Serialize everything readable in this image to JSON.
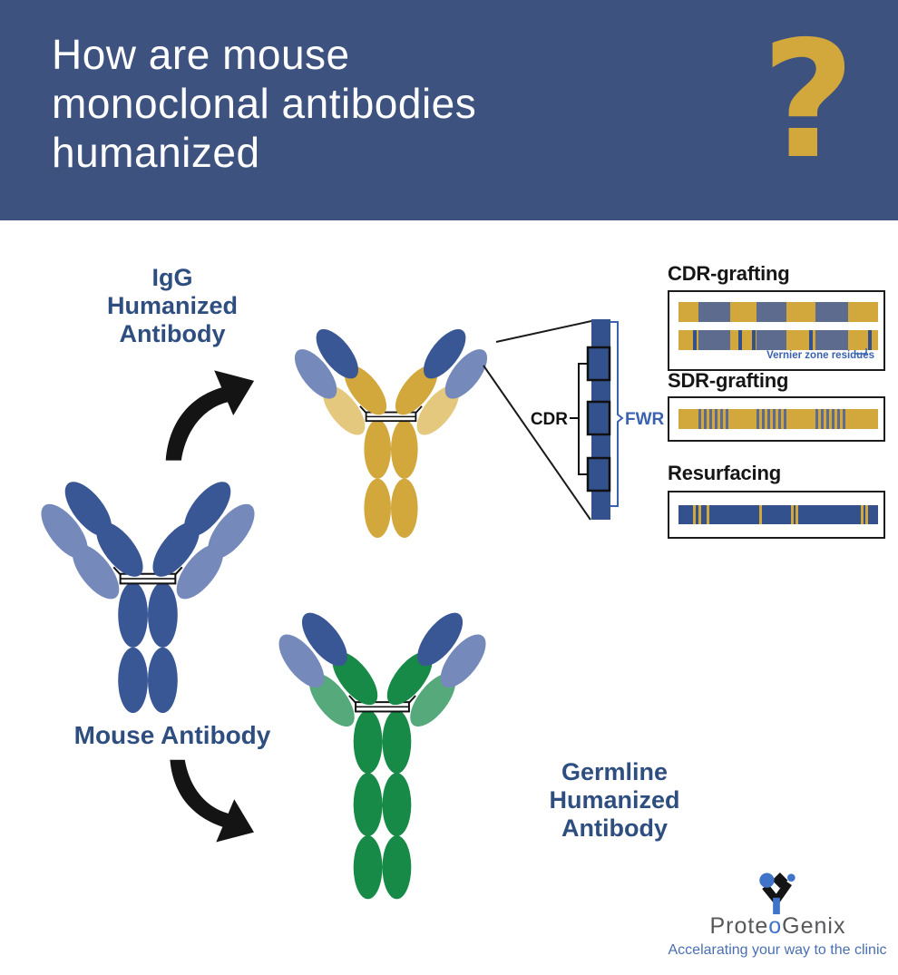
{
  "palette": {
    "header_bg": "#3E5280",
    "gold": "#D2A73C",
    "gold_light": "#E4C87E",
    "blue_dark": "#3A5795",
    "blue_light": "#7589BA",
    "slate": "#5D6C8E",
    "bar_blue": "#33518D",
    "green_dark": "#178A47",
    "green_light": "#56A97B",
    "navy_text": "#2F4E80",
    "accent_blue": "#3A62AE",
    "logo_gray": "#57585A",
    "logo_blue": "#3F74C9",
    "tagline_blue": "#4A6FB0",
    "black": "#141414"
  },
  "header": {
    "title_lines": [
      "How are mouse",
      "monoclonal antibodies",
      "humanized"
    ],
    "question_mark": "?"
  },
  "labels": {
    "igg": [
      "IgG",
      "Humanized",
      "Antibody"
    ],
    "mouse": "Mouse Antibody",
    "germline": [
      "Germline",
      "Humanized",
      "Antibody"
    ]
  },
  "detail": {
    "cdr_label": "CDR",
    "fwr_label": "FWR"
  },
  "panels": [
    {
      "title": "CDR-grafting",
      "annotation": "Vernier zone residues"
    },
    {
      "title": "SDR-grafting"
    },
    {
      "title": "Resurfacing"
    }
  ],
  "logo": {
    "name_prefix": "Prote",
    "name_o": "o",
    "name_suffix": "Genix",
    "tagline": "Accelarating your way to the clinic"
  }
}
